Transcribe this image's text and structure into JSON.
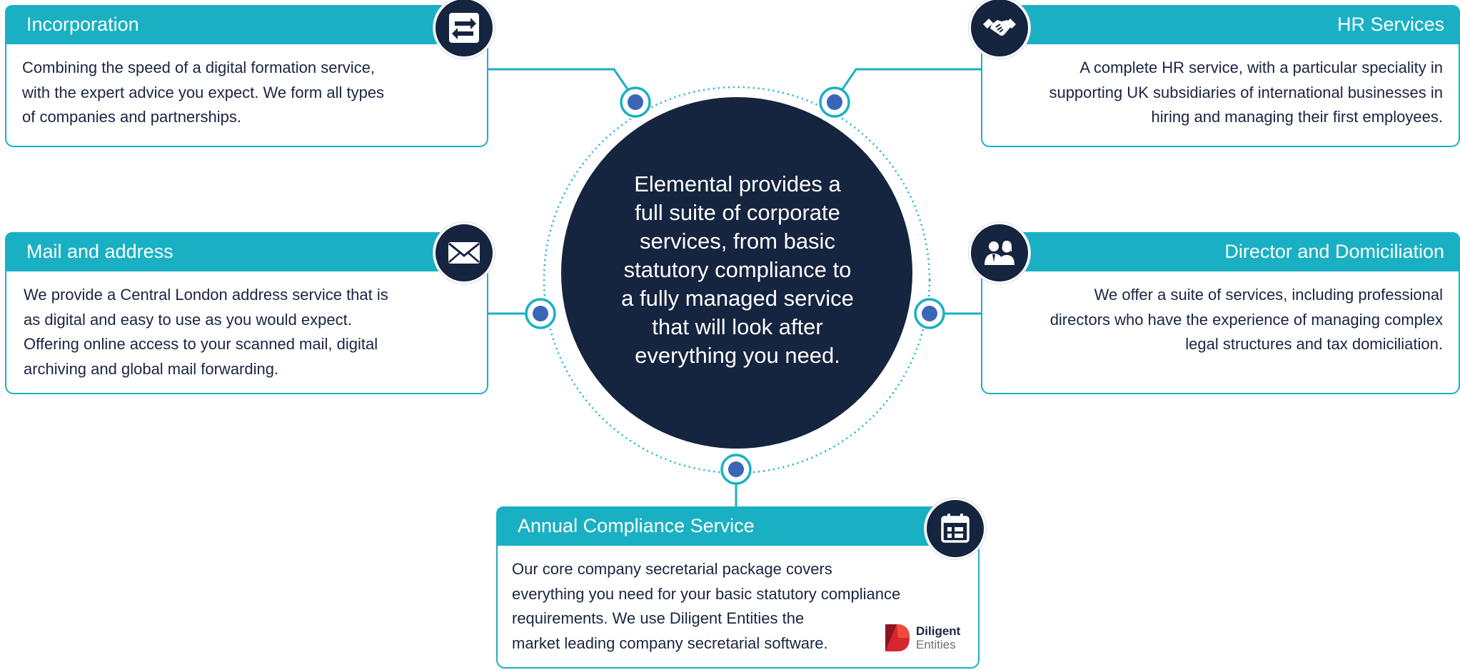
{
  "center": {
    "lines": [
      "Elemental provides a",
      "full suite of corporate",
      "services, from basic",
      "statutory compliance to",
      "a fully managed service",
      "that will look after",
      "everything you need."
    ]
  },
  "services": {
    "incorporation": {
      "title": "Incorporation",
      "lines": [
        "Combining the speed of a digital formation service,",
        "with the expert advice you expect. We form all types",
        "of companies and partnerships."
      ],
      "icon": "repeat-arrows-icon"
    },
    "hr": {
      "title": "HR Services",
      "lines": [
        "A complete HR service, with a particular speciality in",
        "supporting UK subsidiaries of international businesses in",
        "hiring and managing their first employees."
      ],
      "icon": "handshake-icon"
    },
    "mail": {
      "title": "Mail and address",
      "lines": [
        "We provide a Central London address service that is",
        "as digital and easy to use as you would expect.",
        "Offering online access to your scanned mail, digital",
        "archiving and global mail forwarding."
      ],
      "icon": "envelope-icon"
    },
    "director": {
      "title": "Director and Domiciliation",
      "lines": [
        "We offer a suite of services, including professional",
        "directors who have the experience of managing complex",
        "legal structures and tax domiciliation."
      ],
      "icon": "people-icon"
    },
    "annual": {
      "title": "Annual Compliance Service",
      "lines": [
        "Our core company secretarial package covers",
        "everything you need for your basic statutory compliance",
        "requirements. We use Diligent Entities the",
        "market leading company secretarial software."
      ],
      "icon": "calendar-icon"
    }
  },
  "logo": {
    "word1": "Diligent",
    "word2": "Entities"
  },
  "colors": {
    "teal": "#1ab0c3",
    "navy": "#15243f",
    "text": "#1a2540",
    "node": "#3a66b8",
    "logo_red": "#d62631"
  }
}
